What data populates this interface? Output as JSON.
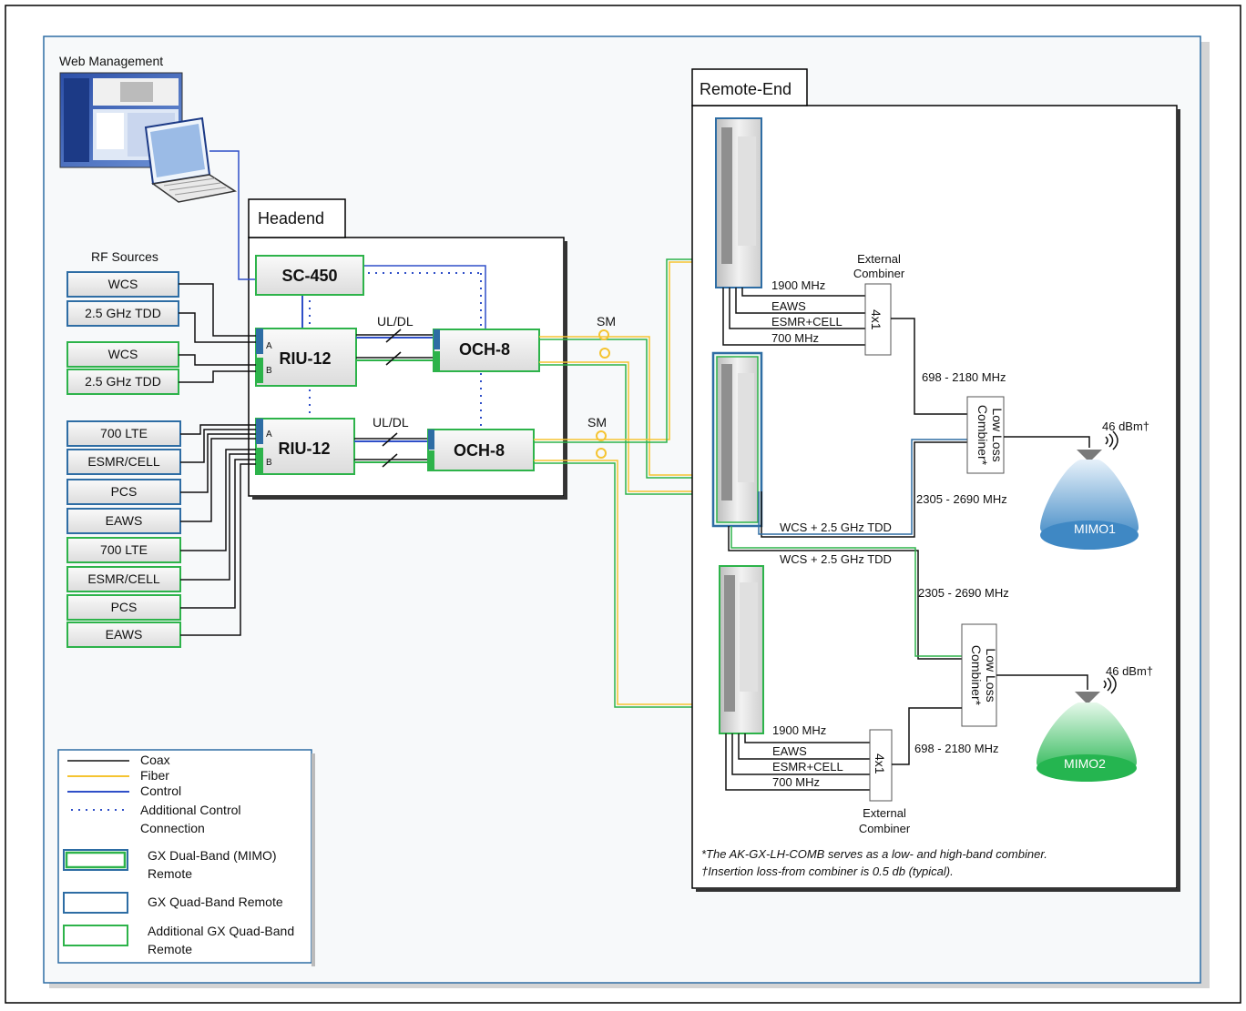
{
  "web_management": {
    "title": "Web Management"
  },
  "headend": {
    "title": "Headend",
    "sc": "SC-450",
    "riu1": "RIU-12",
    "riu2": "RIU-12",
    "och1": "OCH-8",
    "och2": "OCH-8",
    "port_a": "A",
    "port_b": "B",
    "uldl_1": "UL/DL",
    "uldl_2": "UL/DL"
  },
  "rf_sources": {
    "title": "RF Sources",
    "items": [
      "WCS",
      "2.5 GHz TDD",
      "WCS",
      "2.5 GHz TDD",
      "700 LTE",
      "ESMR/CELL",
      "PCS",
      "EAWS",
      "700 LTE",
      "ESMR/CELL",
      "PCS",
      "EAWS"
    ]
  },
  "fiber": {
    "sm_1": "SM",
    "sm_2": "SM"
  },
  "remote_end": {
    "title": "Remote-End",
    "combiner_top_label": "External\nCombiner",
    "combiner_bottom_label": "External\nCombiner",
    "combiner_4x1": "4x1",
    "bands_top": [
      "1900 MHz",
      "EAWS",
      "ESMR+CELL",
      "700 MHz"
    ],
    "bands_bottom": [
      "1900 MHz",
      "EAWS",
      "ESMR+CELL",
      "700 MHz"
    ],
    "freq_698_top": "698 - 2180 MHz",
    "freq_2305_top": "2305 - 2690 MHz",
    "freq_2305_bottom": "2305 - 2690 MHz",
    "freq_698_bottom": "698 - 2180 MHz",
    "wcs_tdd_1": "WCS + 2.5 GHz TDD",
    "wcs_tdd_2": "WCS + 2.5 GHz TDD",
    "low_loss": "Low Loss\nCombiner*",
    "power_1": "46 dBm†",
    "power_2": "46 dBm†",
    "mimo1": "MIMO1",
    "mimo2": "MIMO2",
    "footnote_1": "*The  AK-GX-LH-COMB serves as a low- and high-band combiner.",
    "footnote_2": "†Insertion loss-from combiner is 0.5 db (typical)."
  },
  "legend": {
    "coax": "Coax",
    "fiber": "Fiber",
    "control": "Control",
    "additional_control": "Additional Control\nConnection",
    "gx_dual": "GX Dual-Band (MIMO)\nRemote",
    "gx_quad": "GX Quad-Band Remote",
    "gx_quad_additional": "Additional GX Quad-Band\nRemote"
  },
  "colors": {
    "coax": "#111111",
    "fiber": "#f5c431",
    "control": "#2f4fc8",
    "dual_band_green": "#2db34a",
    "quad_band_blue": "#2e6da4",
    "mimo1": "#4a90c8",
    "mimo2": "#2fbf5a"
  }
}
